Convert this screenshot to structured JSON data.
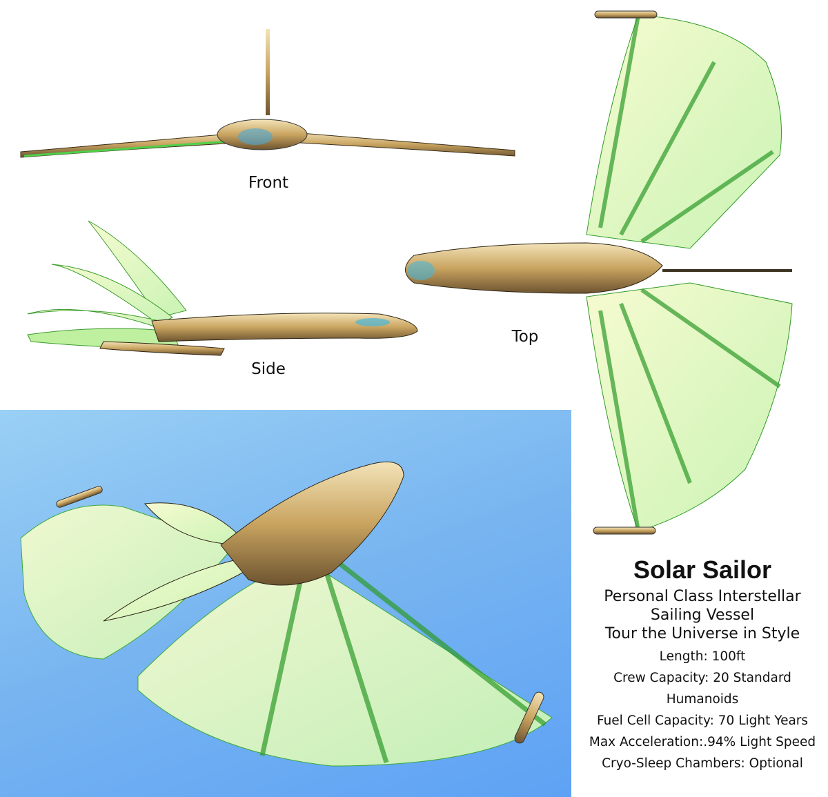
{
  "views": {
    "front_label": "Front",
    "side_label": "Side",
    "top_label": "Top"
  },
  "specs": {
    "title": "Solar Sailor",
    "subtitle_lines": [
      "Personal Class Interstellar",
      "Sailing Vessel",
      "Tour the Universe in Style"
    ],
    "items": [
      "Length: 100ft",
      "Crew Capacity: 20 Standard",
      "Humanoids",
      "Fuel Cell Capacity: 70 Light Years",
      "Max Acceleration:.94% Light Speed",
      "Cryo-Sleep Chambers: Optional"
    ]
  },
  "colors": {
    "sail_green": "#5fe06a",
    "sail_pale": "#f4fbc8",
    "hull_gold": "#d8b97a",
    "sky_blue": "#6aaaf2"
  }
}
